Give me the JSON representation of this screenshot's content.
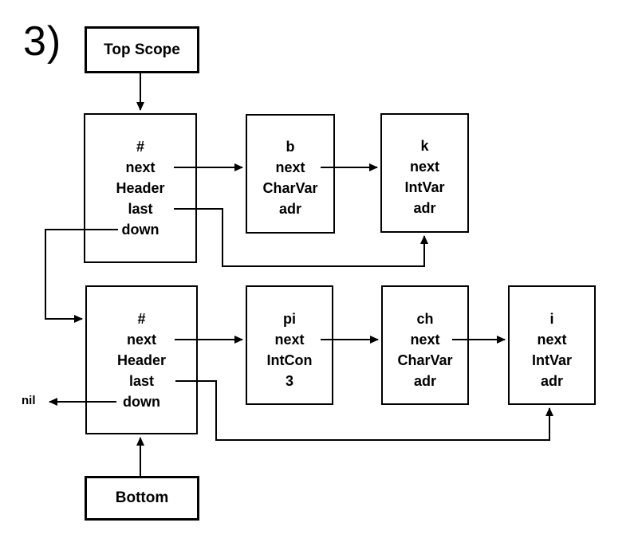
{
  "figure_label": "3)",
  "colors": {
    "ink": "#000000",
    "background": "#ffffff",
    "box_fill": "#ffffff"
  },
  "nodes": {
    "top_scope": {
      "label": "Top Scope"
    },
    "header_top": {
      "lines": [
        "#",
        "next",
        "Header",
        "last",
        "down"
      ]
    },
    "var_b": {
      "lines": [
        "b",
        "next",
        "CharVar",
        "adr"
      ]
    },
    "var_k": {
      "lines": [
        "k",
        "next",
        "IntVar",
        "adr"
      ]
    },
    "header_bottom": {
      "lines": [
        "#",
        "next",
        "Header",
        "last",
        "down"
      ]
    },
    "const_pi": {
      "lines": [
        "pi",
        "next",
        "IntCon",
        "3"
      ]
    },
    "var_ch": {
      "lines": [
        "ch",
        "next",
        "CharVar",
        "adr"
      ]
    },
    "var_i": {
      "lines": [
        "i",
        "next",
        "IntVar",
        "adr"
      ]
    },
    "bottom": {
      "label": "Bottom"
    }
  },
  "annotations": {
    "nil_label": "nil"
  },
  "edges": [
    {
      "from": "top_scope",
      "to": "header_top"
    },
    {
      "from": "header_top.next",
      "to": "var_b"
    },
    {
      "from": "var_b.next",
      "to": "var_k"
    },
    {
      "from": "header_top.last",
      "to": "var_k"
    },
    {
      "from": "header_top.down",
      "to": "header_bottom"
    },
    {
      "from": "header_bottom.next",
      "to": "const_pi"
    },
    {
      "from": "const_pi.next",
      "to": "var_ch"
    },
    {
      "from": "var_ch.next",
      "to": "var_i"
    },
    {
      "from": "header_bottom.last",
      "to": "var_i"
    },
    {
      "from": "header_bottom.down",
      "to": "nil"
    },
    {
      "from": "bottom",
      "to": "header_bottom"
    }
  ]
}
